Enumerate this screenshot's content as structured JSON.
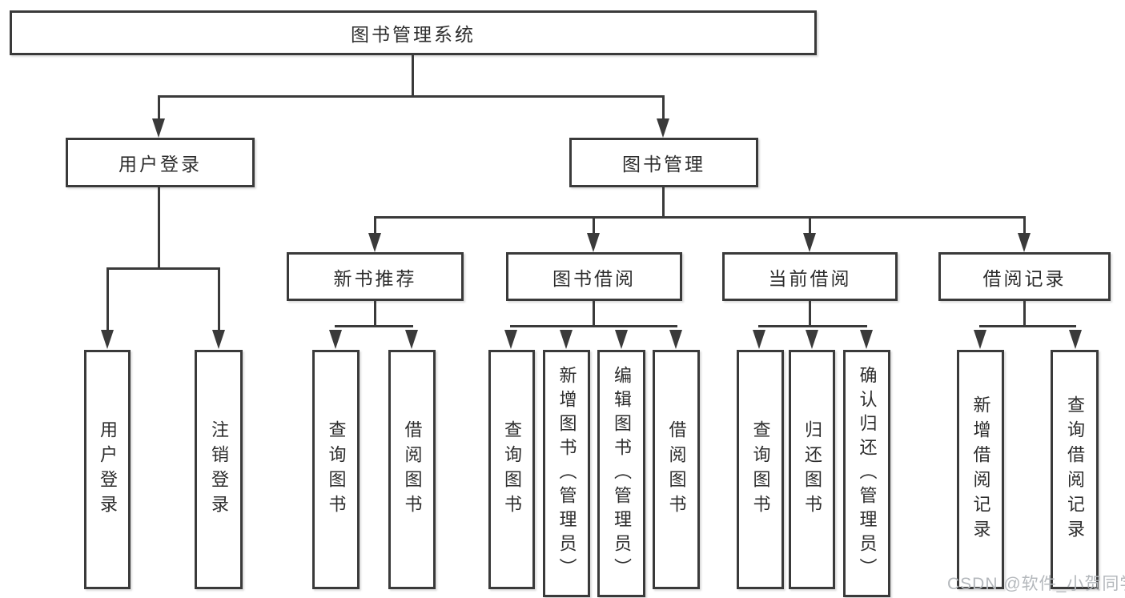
{
  "diagram_title": "图书管理系统",
  "nodes": {
    "root": {
      "label": "图书管理系统"
    },
    "user_login": {
      "label": "用户登录"
    },
    "book_mgmt": {
      "label": "图书管理"
    },
    "new_book_rec": {
      "label": "新书推荐"
    },
    "book_borrow": {
      "label": "图书借阅"
    },
    "current_borrow": {
      "label": "当前借阅"
    },
    "borrow_records": {
      "label": "借阅记录"
    },
    "leaf_user_login": {
      "label": "用户登录"
    },
    "leaf_logout": {
      "label": "注销登录"
    },
    "rec_query_books": {
      "label": "查询图书"
    },
    "rec_borrow_books": {
      "label": "借阅图书"
    },
    "bb_query_books": {
      "label": "查询图书"
    },
    "bb_add_books": {
      "label": "新增图书（管理员）"
    },
    "bb_edit_books": {
      "label": "编辑图书（管理员）"
    },
    "bb_borrow_books": {
      "label": "借阅图书"
    },
    "cb_query_books": {
      "label": "查询图书"
    },
    "cb_return_books": {
      "label": "归还图书"
    },
    "cb_confirm_return": {
      "label": "确认归还（管理员）"
    },
    "br_add_record": {
      "label": "新增借阅记录"
    },
    "br_query_record": {
      "label": "查询借阅记录"
    }
  },
  "watermark": {
    "text": "CSDN @软件_小贺同学"
  },
  "colors": {
    "line": "#3a3a3a",
    "text": "#2d2d2d",
    "watermark": "#b4b8bc",
    "background": "#ffffff"
  }
}
